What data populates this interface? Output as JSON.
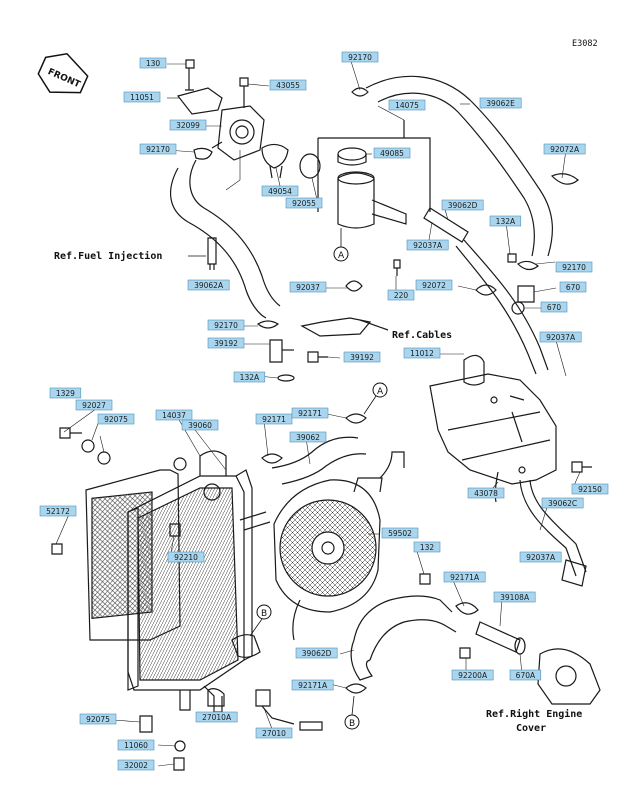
{
  "diagram_code": "E3082",
  "front_badge": "FRONT",
  "refs": {
    "fuel_injection": "Ref.Fuel Injection",
    "cables": "Ref.Cables",
    "right_engine_1": "Ref.Right Engine",
    "right_engine_2": "Cover"
  },
  "circle_markers": {
    "a": "A",
    "b": "B"
  },
  "labels": [
    {
      "id": "l01",
      "text": "130"
    },
    {
      "id": "l02",
      "text": "11051"
    },
    {
      "id": "l03",
      "text": "32099"
    },
    {
      "id": "l04",
      "text": "92170"
    },
    {
      "id": "l05",
      "text": "43055"
    },
    {
      "id": "l06",
      "text": "92170"
    },
    {
      "id": "l07",
      "text": "14075"
    },
    {
      "id": "l08",
      "text": "39062E"
    },
    {
      "id": "l09",
      "text": "49085"
    },
    {
      "id": "l10",
      "text": "49054"
    },
    {
      "id": "l11",
      "text": "92055"
    },
    {
      "id": "l12",
      "text": "39062D"
    },
    {
      "id": "l13",
      "text": "92072A"
    },
    {
      "id": "l14",
      "text": "132A"
    },
    {
      "id": "l15",
      "text": "92037A"
    },
    {
      "id": "l16",
      "text": "92170"
    },
    {
      "id": "l17",
      "text": "39062A"
    },
    {
      "id": "l18",
      "text": "92037"
    },
    {
      "id": "l19",
      "text": "220"
    },
    {
      "id": "l20",
      "text": "92072"
    },
    {
      "id": "l21",
      "text": "39192"
    },
    {
      "id": "l22",
      "text": "670"
    },
    {
      "id": "l23",
      "text": "92170"
    },
    {
      "id": "l24",
      "text": "39192"
    },
    {
      "id": "l25",
      "text": "132A"
    },
    {
      "id": "l26",
      "text": "670"
    },
    {
      "id": "l27",
      "text": "11012"
    },
    {
      "id": "l28",
      "text": "92037A"
    },
    {
      "id": "l29",
      "text": "1329"
    },
    {
      "id": "l30",
      "text": "92027"
    },
    {
      "id": "l31",
      "text": "92075"
    },
    {
      "id": "l32",
      "text": "14037"
    },
    {
      "id": "l33",
      "text": "39060"
    },
    {
      "id": "l34",
      "text": "92171"
    },
    {
      "id": "l35",
      "text": "92171"
    },
    {
      "id": "l36",
      "text": "39062"
    },
    {
      "id": "l37",
      "text": "43078"
    },
    {
      "id": "l38",
      "text": "92150"
    },
    {
      "id": "l39",
      "text": "52172"
    },
    {
      "id": "l40",
      "text": "92210"
    },
    {
      "id": "l41",
      "text": "59502"
    },
    {
      "id": "l42",
      "text": "39062C"
    },
    {
      "id": "l43",
      "text": "92037A"
    },
    {
      "id": "l44",
      "text": "132"
    },
    {
      "id": "l45",
      "text": "92171A"
    },
    {
      "id": "l46",
      "text": "39108A"
    },
    {
      "id": "l47",
      "text": "39062D"
    },
    {
      "id": "l48",
      "text": "92200A"
    },
    {
      "id": "l49",
      "text": "670A"
    },
    {
      "id": "l50",
      "text": "92171A"
    },
    {
      "id": "l51",
      "text": "92075"
    },
    {
      "id": "l52",
      "text": "27010A"
    },
    {
      "id": "l53",
      "text": "11060"
    },
    {
      "id": "l54",
      "text": "27010"
    },
    {
      "id": "l55",
      "text": "32002"
    }
  ],
  "colors": {
    "label_fill": "#a9d6ee",
    "label_border": "#4f8fb6",
    "line": "#1a1a1a"
  }
}
